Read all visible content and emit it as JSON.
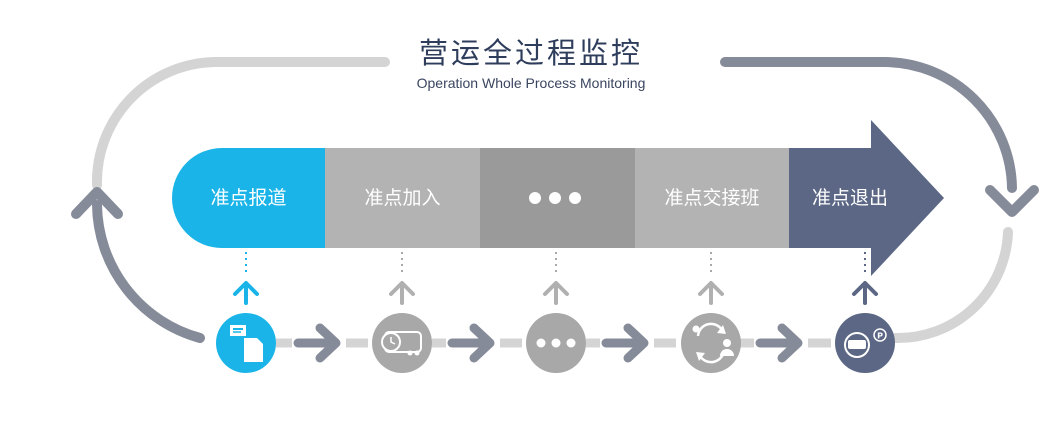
{
  "title": "营运全过程监控",
  "subtitle": "Operation Whole Process Monitoring",
  "stages": [
    {
      "label": "准点报道",
      "color": "#1ab4e8"
    },
    {
      "label": "准点加入",
      "color": "#b3b3b3"
    },
    {
      "label": "",
      "color": "#9a9a9a"
    },
    {
      "label": "准点交接班",
      "color": "#b3b3b3"
    },
    {
      "label": "准点退出",
      "color": "#5b6784"
    }
  ],
  "icons": [
    {
      "name": "report-document-icon",
      "color": "#1ab4e8"
    },
    {
      "name": "clock-bus-icon",
      "color": "#a8a8a8"
    },
    {
      "name": "ellipsis-icon",
      "color": "#a8a8a8"
    },
    {
      "name": "handover-people-icon",
      "color": "#a8a8a8"
    },
    {
      "name": "bus-parking-icon",
      "color": "#5b6784"
    }
  ],
  "colors": {
    "cycle_light": "#d4d4d4",
    "cycle_dark": "#868b99",
    "arrow_gray": "#868b99"
  }
}
